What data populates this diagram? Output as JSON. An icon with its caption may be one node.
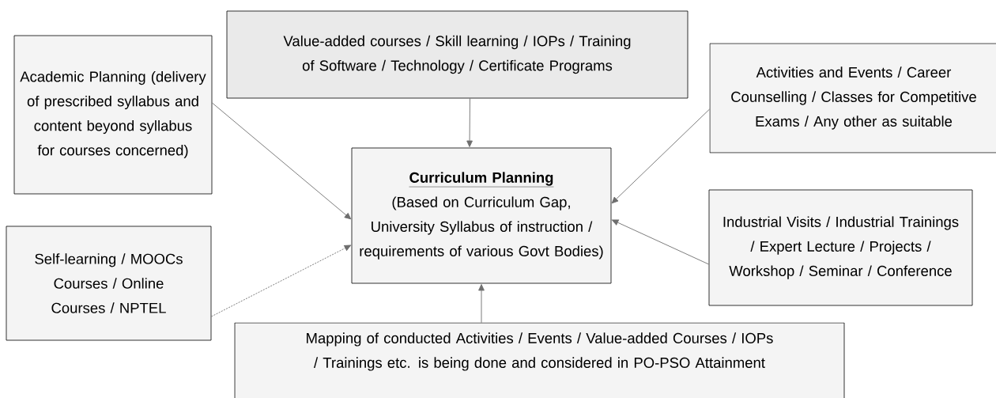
{
  "diagram": {
    "nodes": [
      {
        "text": [
          "Academic Planning (delivery of prescribed syllabus and content beyond syllabus for courses concerned)"
        ]
      },
      {
        "text": [
          "Value-added courses / Skill learning / IOPs / Training of Software / Technology / Certificate Programs"
        ]
      },
      {
        "text": [
          "Activities and Events / Career Counselling / Classes for Competitive Exams / Any other as suitable"
        ]
      },
      {
        "text": [
          "Curriculum Planning",
          "(Based on Curriculum Gap, University Syllabus of instruction / requirements of various Govt Bodies)"
        ]
      },
      {
        "text": [
          "Industrial Visits / Industrial Trainings / Expert Lecture / Projects / Workshop / Seminar / Conference"
        ]
      },
      {
        "text": [
          "Self-learning / MOOCs Courses / Online Courses / NPTEL"
        ]
      },
      {
        "text": [
          "Mapping of conducted Activities / Events / Value-added Courses / IOPs / Trainings etc. is being done and considered in PO-PSO Attainment"
        ]
      }
    ],
    "edges": [
      {
        "from": 0,
        "to": 3,
        "arrow": "to"
      },
      {
        "from": 1,
        "to": 3,
        "arrow": "to"
      },
      {
        "from": 2,
        "to": 3,
        "arrow": "to"
      },
      {
        "from": 4,
        "to": 3,
        "arrow": "to"
      },
      {
        "from": 5,
        "to": 3,
        "arrow": "to",
        "style": "dashed"
      },
      {
        "from": 6,
        "to": 3,
        "arrow": "to"
      }
    ]
  }
}
